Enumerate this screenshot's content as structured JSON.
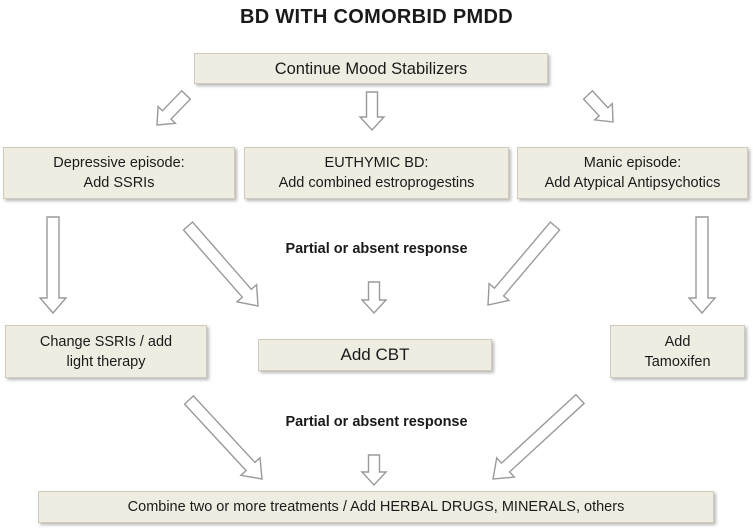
{
  "title": "BD WITH COMORBID PMDD",
  "boxes": {
    "top": "Continue Mood Stabilizers",
    "depressive": {
      "line1": "Depressive episode:",
      "line2": "Add SSRIs"
    },
    "euthymic": {
      "line1": "EUTHYMIC BD:",
      "line2": "Add combined estroprogestins"
    },
    "manic": {
      "line1": "Manic episode:",
      "line2": "Add Atypical Antipsychotics"
    },
    "change_ssri": {
      "line1": "Change SSRIs / add",
      "line2": "light therapy"
    },
    "cbt": "Add CBT",
    "tamoxifen": {
      "line1": "Add",
      "line2": "Tamoxifen"
    },
    "combine": "Combine two or more treatments / Add HERBAL DRUGS, MINERALS, others"
  },
  "labels": {
    "response1": "Partial or absent response",
    "response2": "Partial or absent response"
  }
}
